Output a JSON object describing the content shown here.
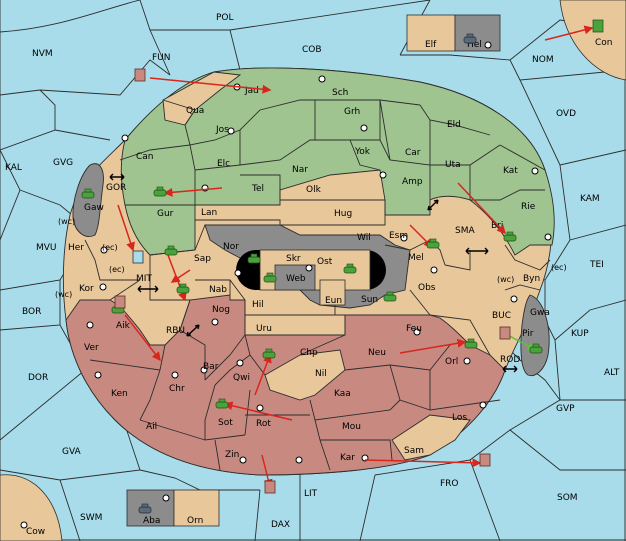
{
  "colors": {
    "sea": "#a8dcea",
    "green": "#9fc48f",
    "tan": "#e8c79a",
    "red": "#c88a80",
    "grey": "#8c8c8c",
    "order": "#d8261c"
  },
  "labels": {
    "sea": {
      "POL": "POL",
      "COB": "COB",
      "NVM": "NVM",
      "FUN": "FUN",
      "NOM": "NOM",
      "OVD": "OVD",
      "KAL": "KAL",
      "GVG": "GVG",
      "GOR": "GOR",
      "KAM": "KAM",
      "SMA": "SMA",
      "MVU": "MVU",
      "MIT": "MIT",
      "TEI": "TEI",
      "BOR": "BOR",
      "RBU": "RBU",
      "BUC": "BUC",
      "KUP": "KUP",
      "ROD": "ROD",
      "ALT": "ALT",
      "DOR": "DOR",
      "GVP": "GVP",
      "GVA": "GVA",
      "FRO": "FRO",
      "SOM": "SOM",
      "LIT": "LIT",
      "SWM": "SWM",
      "DAX": "DAX"
    },
    "land": {
      "Jad": "Jad",
      "Sch": "Sch",
      "Qua": "Qua",
      "Jos": "Jos",
      "Grh": "Grh",
      "Eld": "Eld",
      "Can": "Can",
      "Elc": "Elc",
      "Nar": "Nar",
      "Yok": "Yok",
      "Car": "Car",
      "Uta": "Uta",
      "Kat": "Kat",
      "Gaw": "Gaw",
      "Gur": "Gur",
      "Tel": "Tel",
      "Olk": "Olk",
      "Amp": "Amp",
      "Rie": "Rie",
      "Lan": "Lan",
      "Hug": "Hug",
      "Bri": "Bri",
      "Nor": "Nor",
      "Wil": "Wil",
      "Esm": "Esm",
      "Her": "Her",
      "Skr": "Skr",
      "Ost": "Ost",
      "Sap": "Sap",
      "Web": "Web",
      "Mel": "Mel",
      "Byn": "Byn",
      "Kor": "Kor",
      "Nab": "Nab",
      "Obs": "Obs",
      "Eun": "Eun",
      "Hil": "Hil",
      "Sun": "Sun",
      "Gwa": "Gwa",
      "Aik": "Aik",
      "Nog": "Nog",
      "Uru": "Uru",
      "Feu": "Feu",
      "Pir": "Pir",
      "Ver": "Ver",
      "Chp": "Chp",
      "Neu": "Neu",
      "Orl": "Orl",
      "Bar": "Bar",
      "Qwi": "Qwi",
      "Nil": "Nil",
      "Ken": "Ken",
      "Chr": "Chr",
      "Kaa": "Kaa",
      "Sot": "Sot",
      "Rot": "Rot",
      "Los": "Los",
      "Ail": "Ail",
      "Mou": "Mou",
      "Sam": "Sam",
      "Zin": "Zin",
      "Kar": "Kar",
      "Elf": "Elf",
      "Hel": "Hel",
      "Con": "Con",
      "Aba": "Aba",
      "Orn": "Orn",
      "Cow": "Cow"
    },
    "coast": {
      "wc_her": "(wc)",
      "ec_her": "(ec)",
      "ec_kor": "(ec)",
      "wc_kor": "(wc)",
      "wc_byn": "(wc)",
      "ec_byn": "(ec)"
    }
  }
}
